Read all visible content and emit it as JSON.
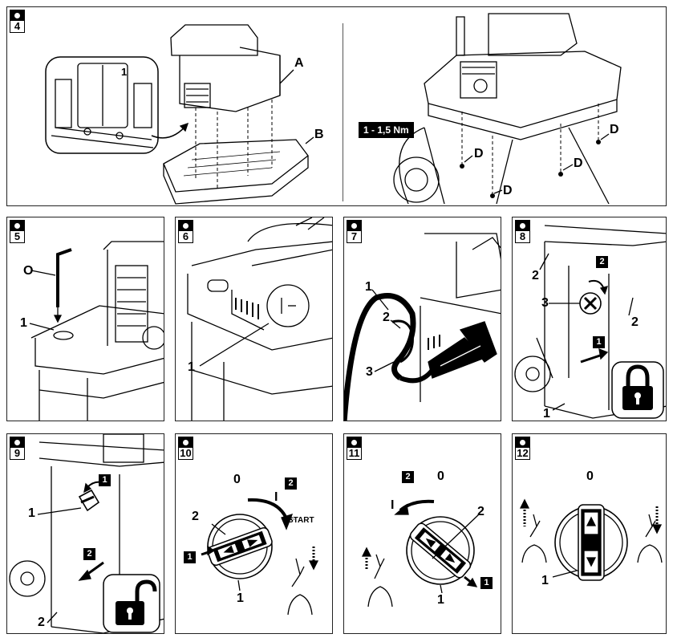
{
  "figures": {
    "f4": {
      "number": "4",
      "torque": "1 - 1,5 Nm",
      "labels": {
        "one": "1",
        "a": "A",
        "b": "B",
        "d": "D"
      }
    },
    "f5": {
      "number": "5",
      "labels": {
        "o": "O",
        "one": "1"
      }
    },
    "f6": {
      "number": "6",
      "labels": {
        "one": "1"
      }
    },
    "f7": {
      "number": "7",
      "labels": {
        "one": "1",
        "two": "2",
        "three": "3"
      }
    },
    "f8": {
      "number": "8",
      "labels": {
        "two": "2",
        "three": "3",
        "one": "1"
      },
      "steps": [
        "1",
        "2"
      ]
    },
    "f9": {
      "number": "9",
      "labels": {
        "one": "1",
        "two": "2"
      },
      "steps": [
        "1",
        "2"
      ]
    },
    "f10": {
      "number": "10",
      "labels": {
        "zero": "0",
        "roman": "I",
        "two": "2",
        "one": "1"
      },
      "steps": [
        "1",
        "2"
      ],
      "start": "START"
    },
    "f11": {
      "number": "11",
      "labels": {
        "zero": "0",
        "roman": "I",
        "two": "2",
        "one": "1"
      },
      "steps": [
        "1",
        "2"
      ]
    },
    "f12": {
      "number": "12",
      "labels": {
        "zero": "0",
        "one": "1"
      }
    }
  },
  "icons": {
    "lock": "padlock-closed-icon",
    "unlock": "padlock-open-icon",
    "camera": "camera-icon"
  }
}
